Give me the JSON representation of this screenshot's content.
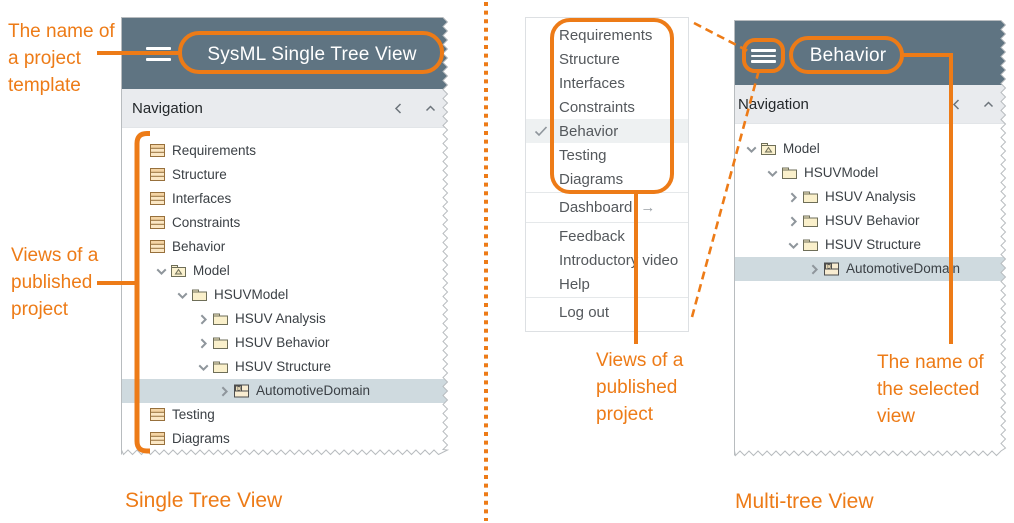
{
  "colors": {
    "accent": "#ED7B17",
    "header_bg": "#5F7482",
    "nav_bg": "#E9EBEE",
    "selected_row_bg": "#CFDADF",
    "menu_selected_bg": "#EEF1F2"
  },
  "icons": {
    "hamburger": "menu-icon",
    "check": "✓",
    "arrow_right": "→",
    "collapse_left": "‹",
    "scroll_up": "⌃"
  },
  "annotations": {
    "project_template": "The name of\na project\ntemplate",
    "views_left": "Views of a\npublished\nproject",
    "views_mid": "Views of a\npublished\nproject",
    "selected_view": "The name of\nthe selected\nview",
    "caption_left": "Single Tree View",
    "caption_right": "Multi-tree View"
  },
  "left_panel": {
    "title": "SysML Single Tree View",
    "nav_label": "Navigation",
    "tree": [
      {
        "label": "Requirements",
        "icon": "view",
        "level": 0,
        "chevron": "none"
      },
      {
        "label": "Structure",
        "icon": "view",
        "level": 0,
        "chevron": "none"
      },
      {
        "label": "Interfaces",
        "icon": "view",
        "level": 0,
        "chevron": "none"
      },
      {
        "label": "Constraints",
        "icon": "view",
        "level": 0,
        "chevron": "none"
      },
      {
        "label": "Behavior",
        "icon": "view",
        "level": 0,
        "chevron": "none"
      },
      {
        "label": "Model",
        "icon": "package",
        "level": 1,
        "chevron": "expanded"
      },
      {
        "label": "HSUVModel",
        "icon": "folder",
        "level": 2,
        "chevron": "expanded"
      },
      {
        "label": "HSUV Analysis",
        "icon": "folder",
        "level": 3,
        "chevron": "collapsed"
      },
      {
        "label": "HSUV Behavior",
        "icon": "folder",
        "level": 3,
        "chevron": "collapsed"
      },
      {
        "label": "HSUV Structure",
        "icon": "folder",
        "level": 3,
        "chevron": "expanded"
      },
      {
        "label": "AutomotiveDomain",
        "icon": "diagram",
        "level": 4,
        "chevron": "collapsed",
        "selected": true
      },
      {
        "label": "Testing",
        "icon": "view",
        "level": 0,
        "chevron": "none"
      },
      {
        "label": "Diagrams",
        "icon": "view",
        "level": 0,
        "chevron": "none"
      }
    ]
  },
  "right_panel": {
    "title": "Behavior",
    "nav_label": "Navigation",
    "tree": [
      {
        "label": "Model",
        "icon": "package",
        "level": 0,
        "chevron": "expanded"
      },
      {
        "label": "HSUVModel",
        "icon": "folder",
        "level": 1,
        "chevron": "expanded"
      },
      {
        "label": "HSUV Analysis",
        "icon": "folder",
        "level": 2,
        "chevron": "collapsed"
      },
      {
        "label": "HSUV Behavior",
        "icon": "folder",
        "level": 2,
        "chevron": "collapsed"
      },
      {
        "label": "HSUV Structure",
        "icon": "folder",
        "level": 2,
        "chevron": "expanded"
      },
      {
        "label": "AutomotiveDomain",
        "icon": "diagram",
        "level": 3,
        "chevron": "collapsed",
        "selected": true
      }
    ]
  },
  "menu": {
    "views": [
      {
        "label": "Requirements"
      },
      {
        "label": "Structure"
      },
      {
        "label": "Interfaces"
      },
      {
        "label": "Constraints"
      },
      {
        "label": "Behavior",
        "checked": true
      },
      {
        "label": "Testing"
      },
      {
        "label": "Diagrams"
      }
    ],
    "dashboard_label": "Dashboard",
    "dashboard_arrow": "→",
    "links": [
      "Feedback",
      "Introductory video",
      "Help"
    ],
    "logout_label": "Log out"
  }
}
